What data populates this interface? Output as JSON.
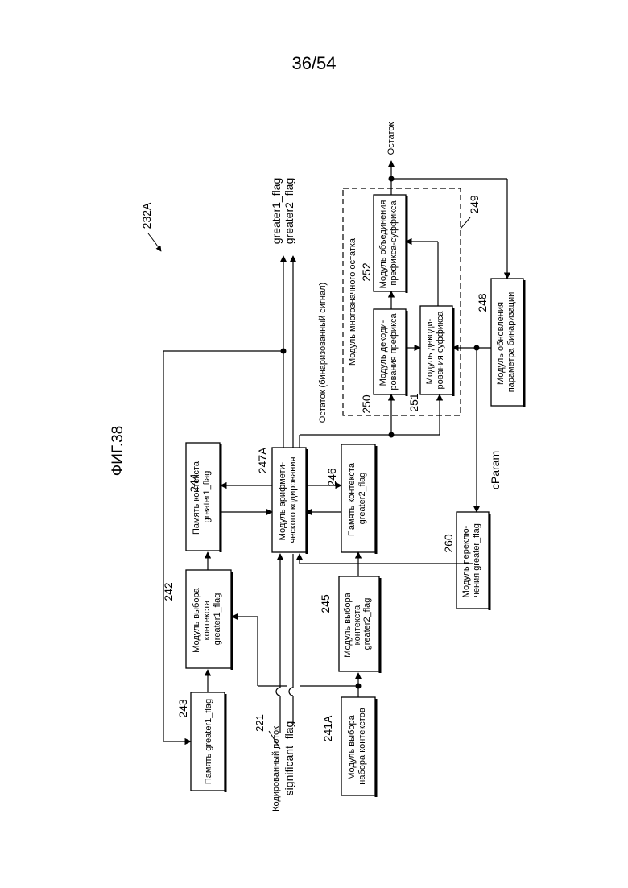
{
  "page": {
    "number": "36/54"
  },
  "figure": {
    "title": "ФИГ.38",
    "ref": "232A"
  },
  "blocks": {
    "b243": {
      "number": "243",
      "lines": [
        "Память greater1_flag"
      ]
    },
    "b242": {
      "number": "242",
      "lines": [
        "Модуль выбора",
        "контекста",
        "greater1_flag"
      ]
    },
    "b244": {
      "number": "244",
      "lines": [
        "Память контекста",
        "greater1_flag"
      ]
    },
    "b247A": {
      "number": "247A",
      "lines": [
        "Модуль арифмети-",
        "ческого кодирования"
      ]
    },
    "b246": {
      "number": "246",
      "lines": [
        "Память контекста",
        "greater2_flag"
      ]
    },
    "b245": {
      "number": "245",
      "lines": [
        "Модуль выбора",
        "контекста",
        "greater2_flag"
      ]
    },
    "b241A": {
      "number": "241A",
      "lines": [
        "Модуль выбора",
        "набора контекстов"
      ]
    },
    "b250": {
      "number": "250",
      "lines": [
        "Модуль декоди-",
        "рования префикса"
      ]
    },
    "b251": {
      "number": "251",
      "lines": [
        "Модуль декоди-",
        "рования суффикса"
      ]
    },
    "b252": {
      "number": "252",
      "lines": [
        "Модуль объединения",
        "префикса-суффикса"
      ]
    },
    "b248": {
      "number": "248",
      "lines": [
        "Модуль обновления",
        "параметра бинаризации"
      ]
    },
    "b260": {
      "number": "260",
      "lines": [
        "Модуль переклю-",
        "чения greater_flag"
      ]
    }
  },
  "group": {
    "number": "249",
    "label": "Модуль многозначного остатка"
  },
  "signals": {
    "input_number": "221",
    "input_stream": "Кодированный поток",
    "significant": "significant_flag",
    "greater1": "greater1_flag",
    "greater2": "greater2_flag",
    "remainder_bin": "Остаток (бинаризованный сигнал)",
    "remainder": "Остаток",
    "cparam": "cParam"
  }
}
